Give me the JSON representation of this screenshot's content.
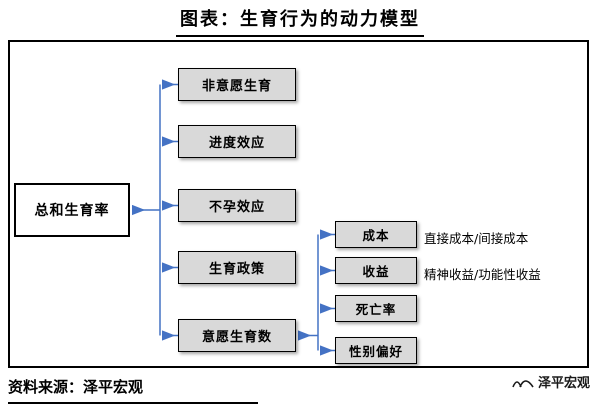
{
  "title": "图表：生育行为的动力模型",
  "root": {
    "label": "总和生育率"
  },
  "factors": [
    {
      "label": "非意愿生育"
    },
    {
      "label": "进度效应"
    },
    {
      "label": "不孕效应"
    },
    {
      "label": "生育政策"
    },
    {
      "label": "意愿生育数"
    }
  ],
  "subfactors": [
    {
      "label": "成本",
      "note": "直接成本/间接成本"
    },
    {
      "label": "收益",
      "note": "精神收益/功能性收益"
    },
    {
      "label": "死亡率",
      "note": ""
    },
    {
      "label": "性别偏好",
      "note": ""
    }
  ],
  "footer": {
    "source": "资料来源：泽平宏观",
    "brand": "泽平宏观"
  },
  "colors": {
    "connector": "#4472C4",
    "box_fill": "#D9D9D9",
    "border": "#000000"
  }
}
